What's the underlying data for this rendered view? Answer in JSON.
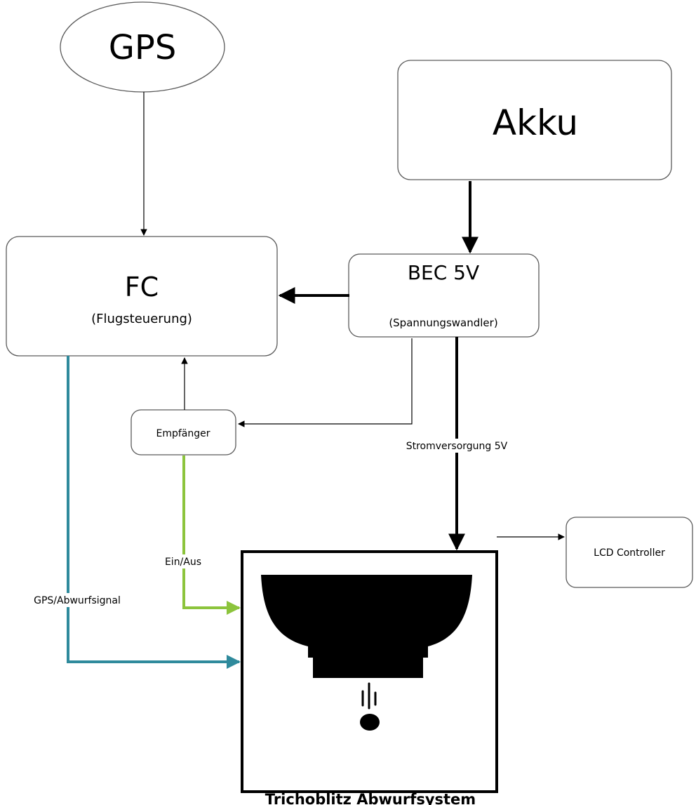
{
  "nodes": {
    "gps": {
      "label": "GPS"
    },
    "akku": {
      "label": "Akku"
    },
    "fc": {
      "label": "FC",
      "sublabel": "(Flugsteuerung)"
    },
    "bec": {
      "label": "BEC 5V",
      "sublabel": "(Spannungswandler)"
    },
    "empfaenger": {
      "label": "Empfänger"
    },
    "lcd": {
      "label": "LCD Controller"
    },
    "abwurfsystem": {
      "label": "Trichoblitz Abwurfsystem"
    }
  },
  "edges": {
    "stromversorgung": {
      "label": "Stromversorgung 5V"
    },
    "ein_aus": {
      "label": "Ein/Aus",
      "color": "#8cc43c"
    },
    "gps_abwurf": {
      "label": "GPS/Abwurfsignal",
      "color": "#2f8a9c"
    }
  },
  "colors": {
    "line": "#000000",
    "node_border": "#5a5a5a"
  }
}
